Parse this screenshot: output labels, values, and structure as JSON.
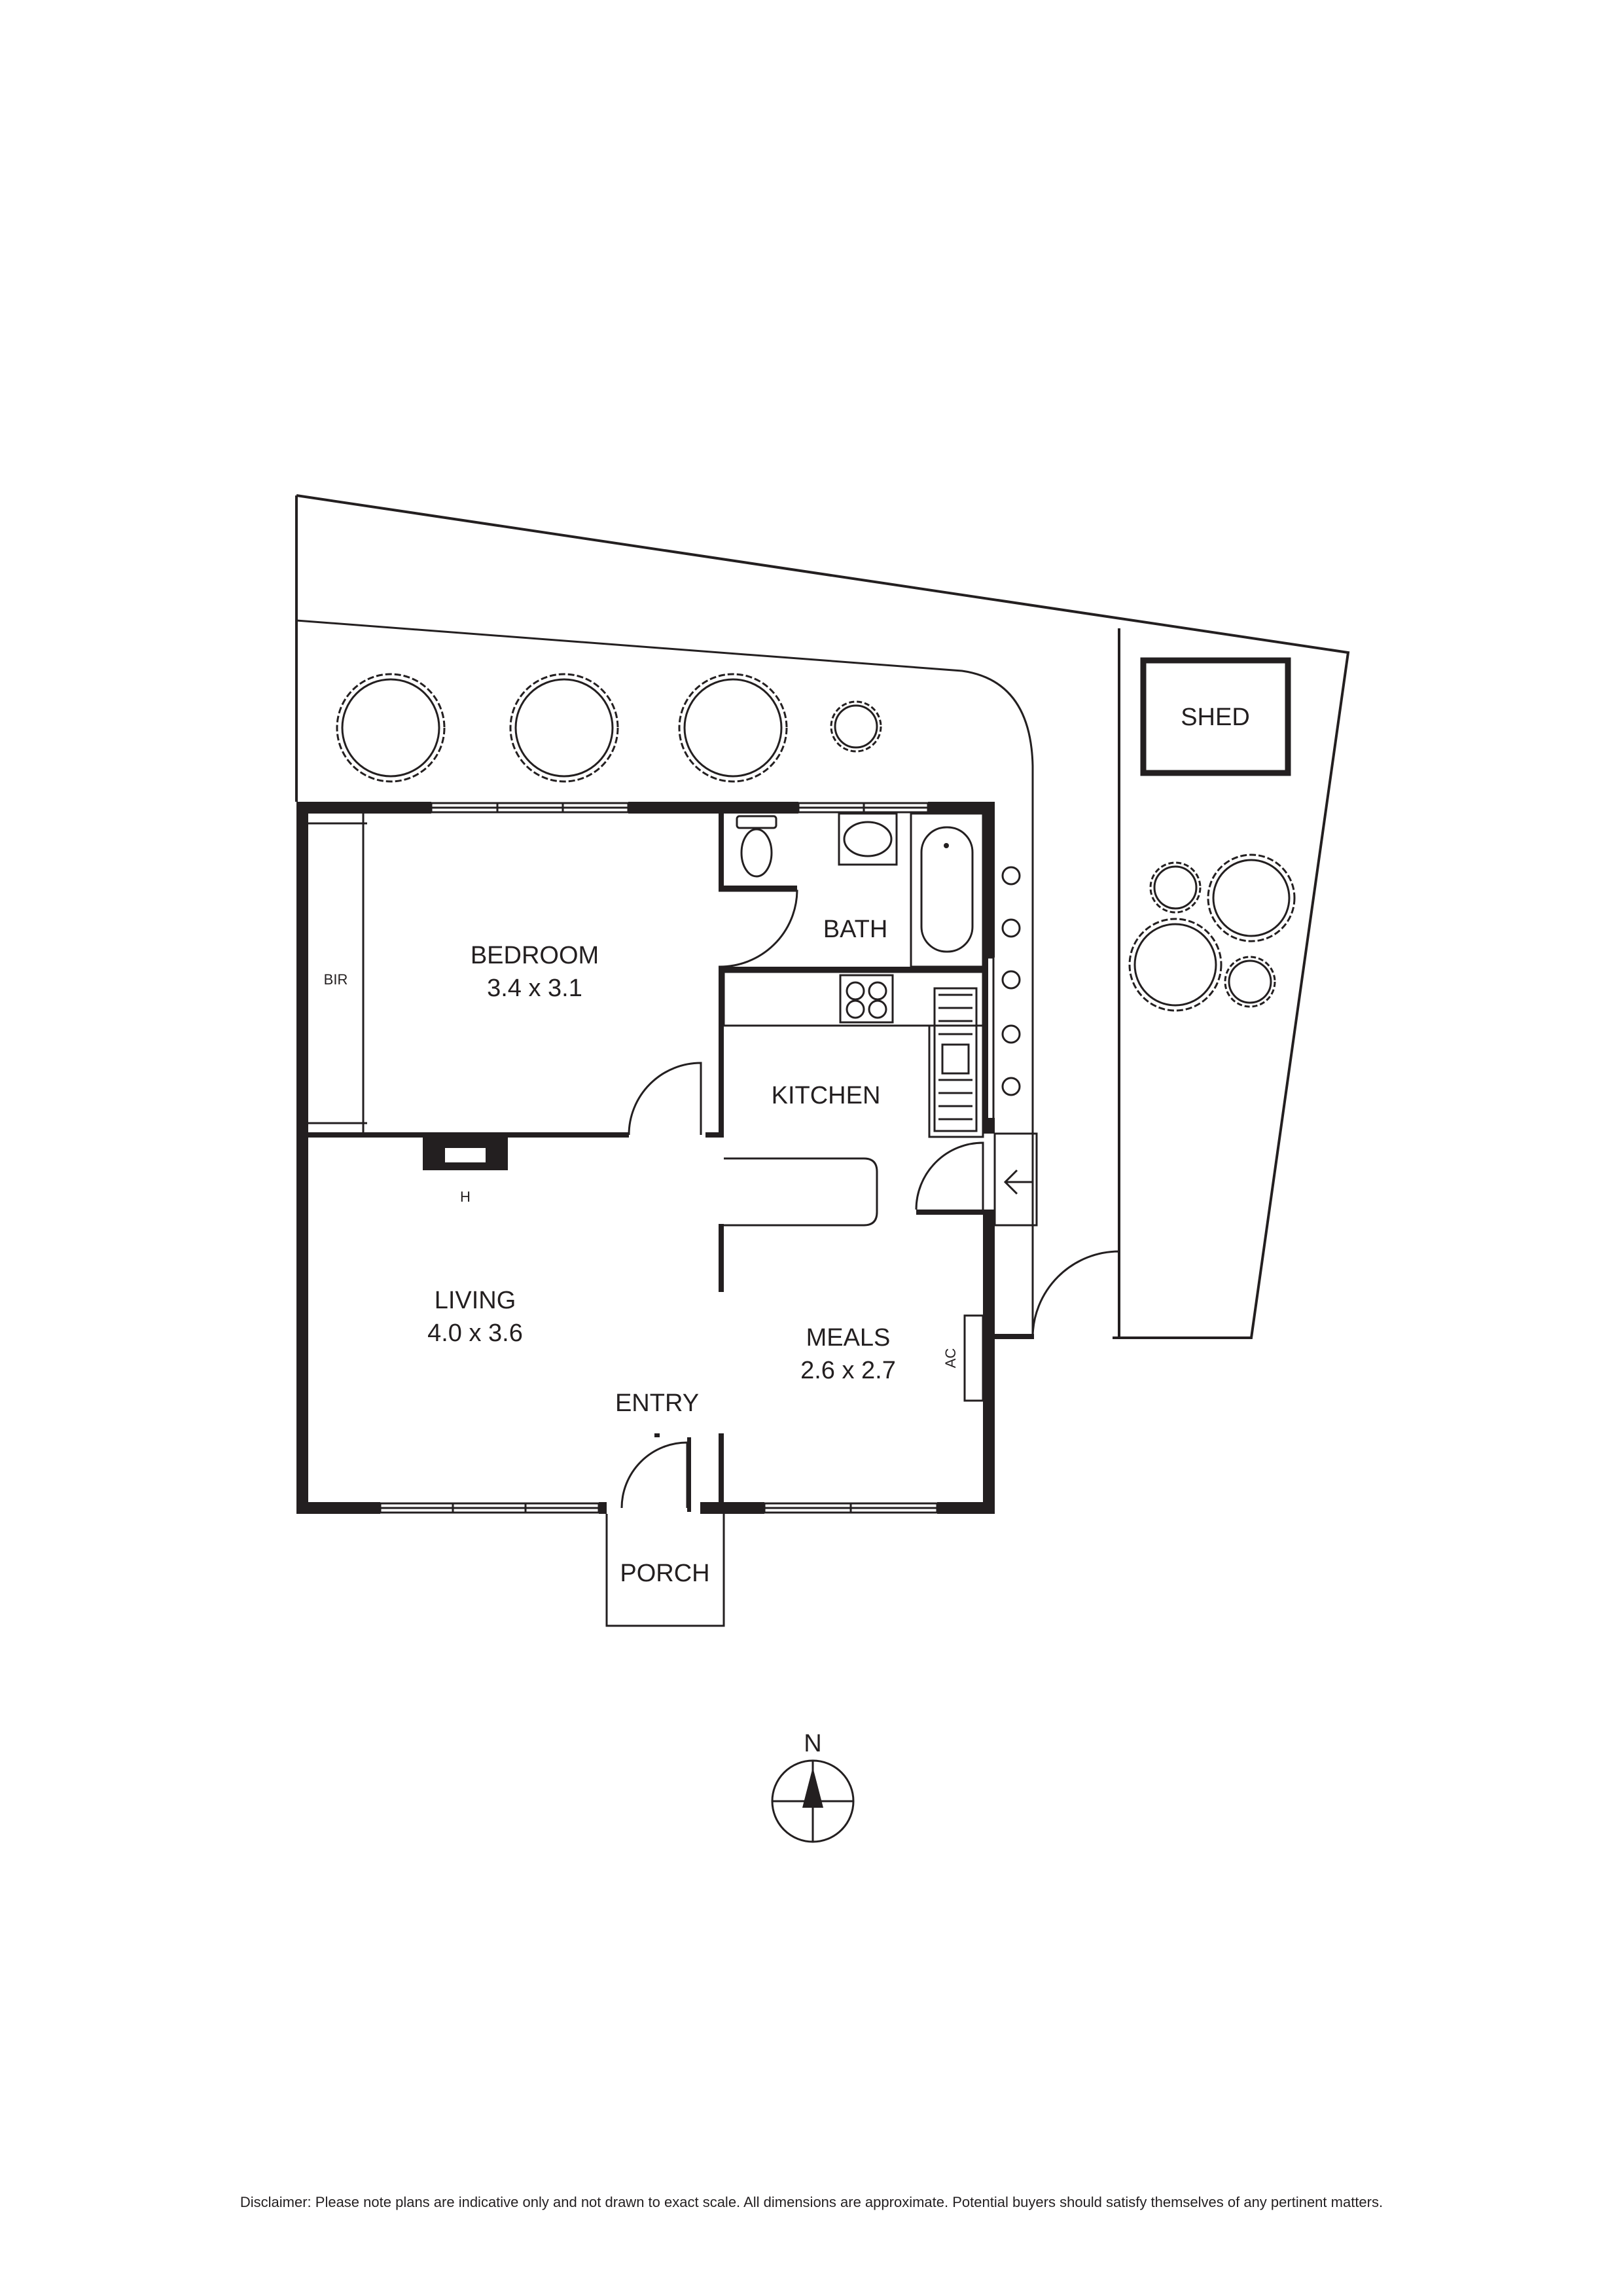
{
  "rooms": {
    "bedroom": {
      "name": "BEDROOM",
      "size": "3.4 x 3.1"
    },
    "bath": {
      "name": "BATH"
    },
    "kitchen": {
      "name": "KITCHEN"
    },
    "living": {
      "name": "LIVING",
      "size": "4.0 x 3.6"
    },
    "meals": {
      "name": "MEALS",
      "size": "2.6 x 2.7"
    },
    "entry": {
      "name": "ENTRY"
    },
    "porch": {
      "name": "PORCH"
    },
    "shed": {
      "name": "SHED"
    }
  },
  "fixtures": {
    "bir": "BIR",
    "heater": "H",
    "aircon": "AC"
  },
  "compass": {
    "north": "N"
  },
  "disclaimer": "Disclaimer: Please note plans are indicative only and not drawn to exact scale. All dimensions are approximate. Potential buyers should satisfy themselves of any pertinent matters."
}
